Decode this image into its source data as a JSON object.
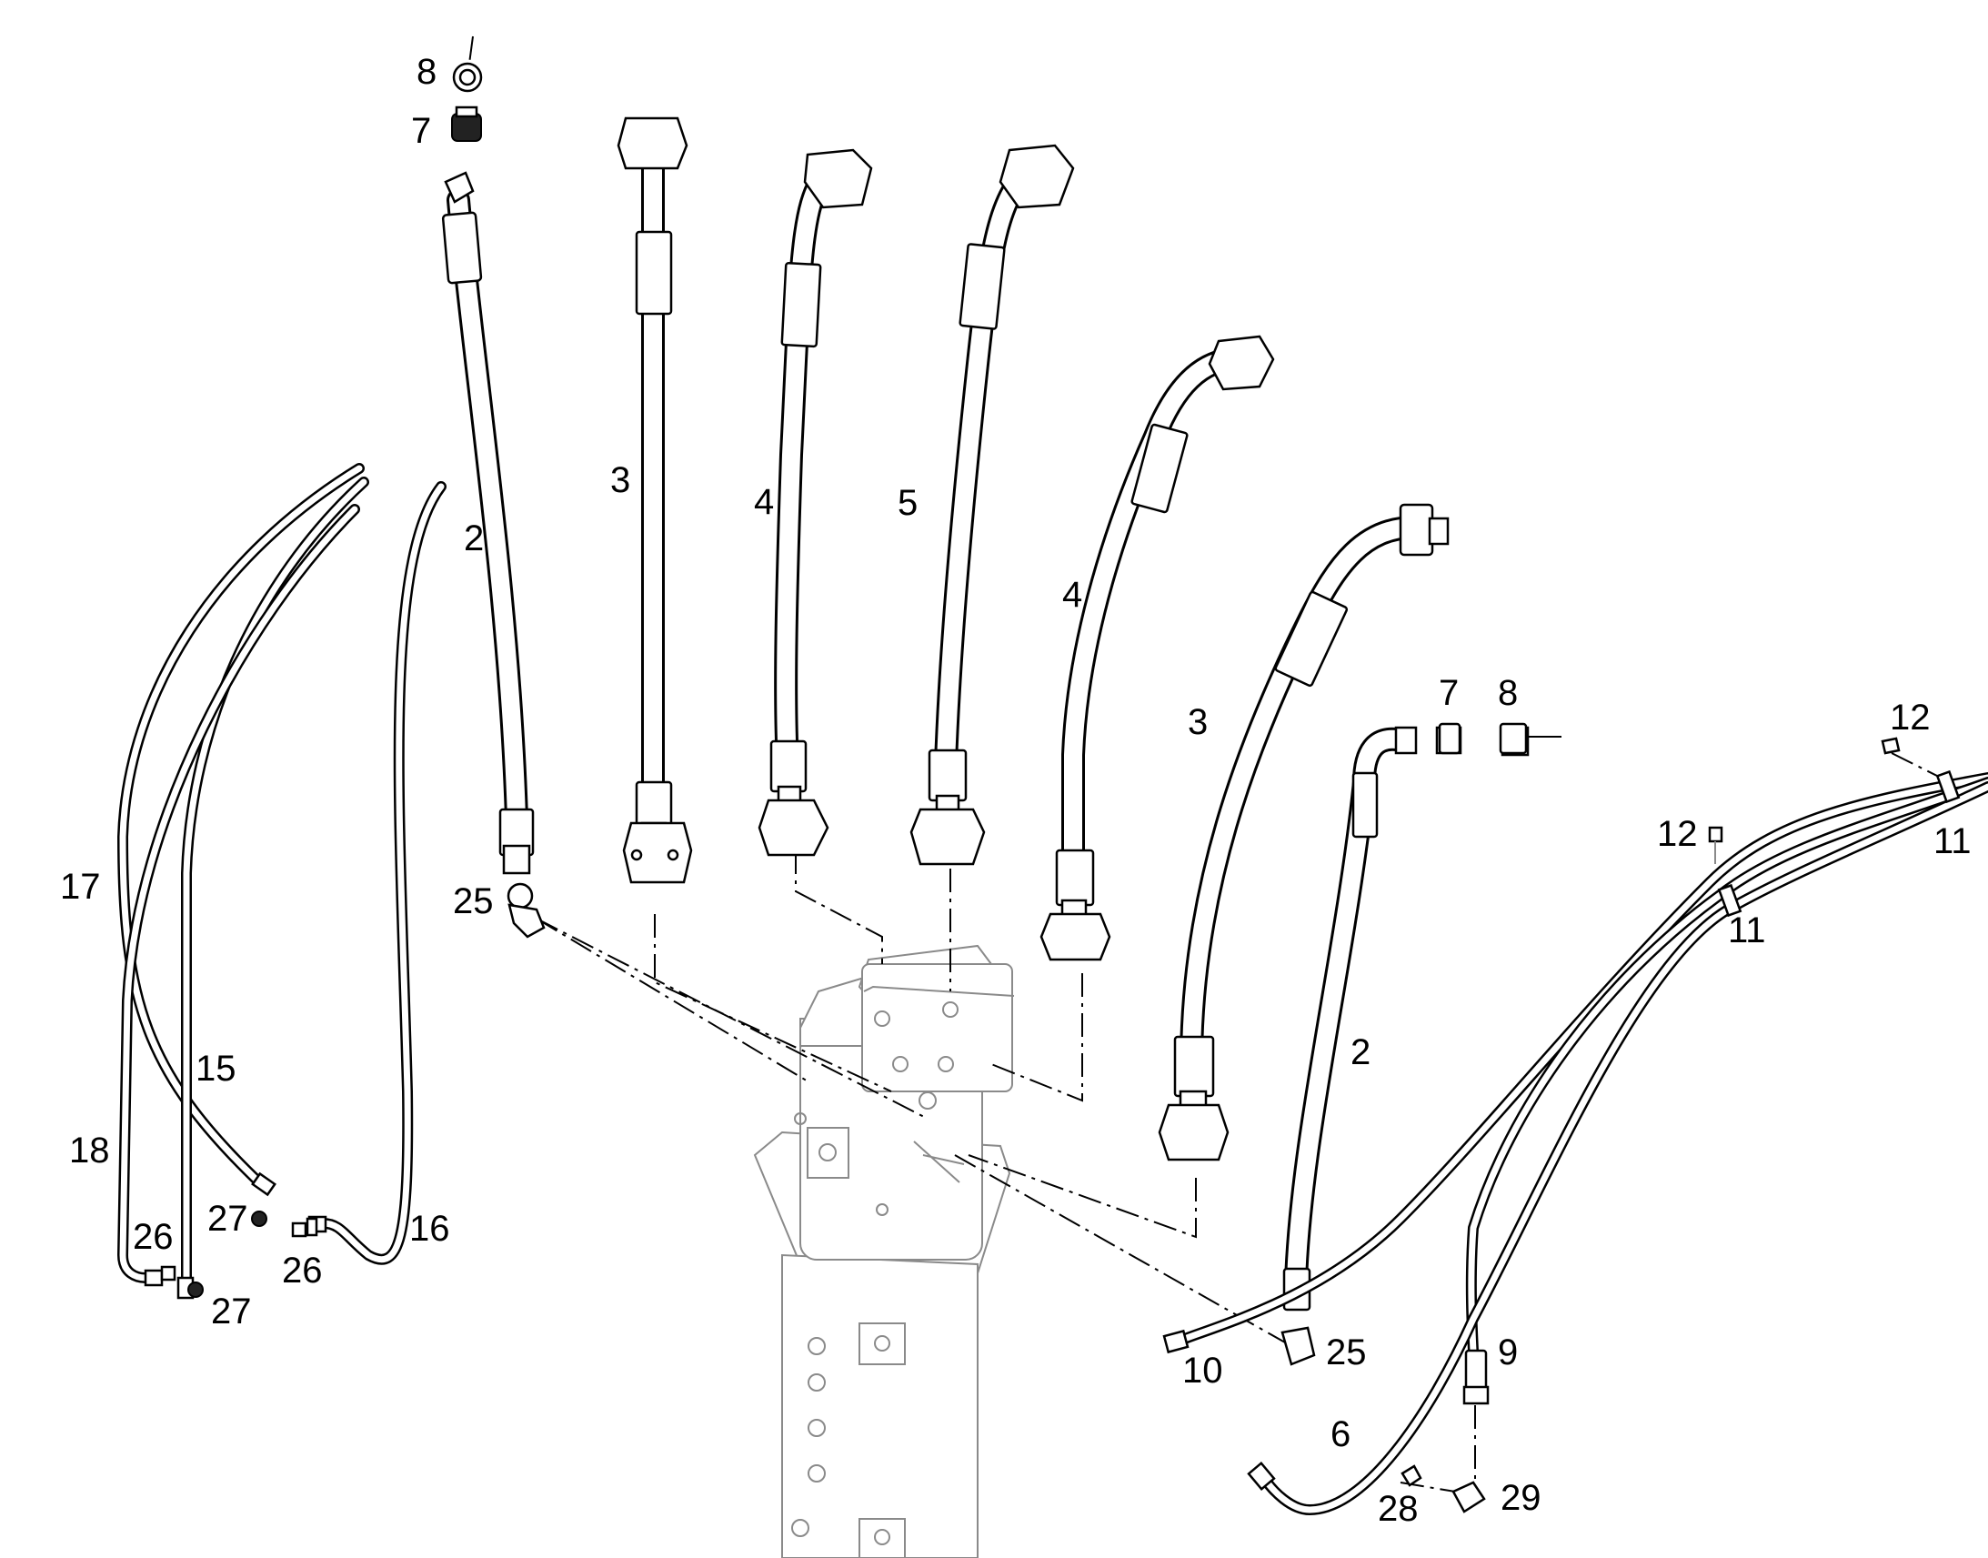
{
  "labels": [
    {
      "key": "8a",
      "text": "8"
    },
    {
      "key": "7a",
      "text": "7"
    },
    {
      "key": "2a",
      "text": "2"
    },
    {
      "key": "3a",
      "text": "3"
    },
    {
      "key": "4a",
      "text": "4"
    },
    {
      "key": "5a",
      "text": "5"
    },
    {
      "key": "4b",
      "text": "4"
    },
    {
      "key": "3b",
      "text": "3"
    },
    {
      "key": "7b",
      "text": "7"
    },
    {
      "key": "8b",
      "text": "8"
    },
    {
      "key": "12a",
      "text": "12"
    },
    {
      "key": "12b",
      "text": "12"
    },
    {
      "key": "11a",
      "text": "11"
    },
    {
      "key": "11b",
      "text": "11"
    },
    {
      "key": "2b",
      "text": "2"
    },
    {
      "key": "25a",
      "text": "25"
    },
    {
      "key": "25b",
      "text": "25"
    },
    {
      "key": "17",
      "text": "17"
    },
    {
      "key": "15",
      "text": "15"
    },
    {
      "key": "18",
      "text": "18"
    },
    {
      "key": "27a",
      "text": "27"
    },
    {
      "key": "26a",
      "text": "26"
    },
    {
      "key": "26b",
      "text": "26"
    },
    {
      "key": "16",
      "text": "16"
    },
    {
      "key": "27b",
      "text": "27"
    },
    {
      "key": "10",
      "text": "10"
    },
    {
      "key": "9",
      "text": "9"
    },
    {
      "key": "6",
      "text": "6"
    },
    {
      "key": "28",
      "text": "28"
    },
    {
      "key": "29",
      "text": "29"
    }
  ]
}
